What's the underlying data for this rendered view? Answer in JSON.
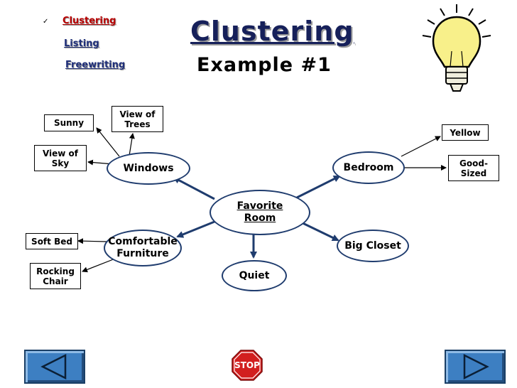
{
  "menu": {
    "items": [
      {
        "label": "Clustering",
        "color": "#b80000"
      },
      {
        "label": "Listing",
        "color": "#1f2f7a"
      },
      {
        "label": "Freewriting",
        "color": "#1f2f7a"
      }
    ]
  },
  "title": "Clustering",
  "subtitle": "Example #1",
  "diagram": {
    "center": "Favorite\nRoom",
    "windows": "Windows",
    "bedroom": "Bedroom",
    "furniture": "Comfortable\nFurniture",
    "closet": "Big Closet",
    "quiet": "Quiet",
    "sunny": "Sunny",
    "trees": "View of\nTrees",
    "sky": "View of\nSky",
    "yellow": "Yellow",
    "good_sized": "Good-\nSized",
    "soft_bed": "Soft Bed",
    "rocking_chair": "Rocking\nChair",
    "arrow_color": "#1f3c6e"
  },
  "stop_sign": "STOP",
  "icons": {
    "bulb": "lightbulb-icon",
    "back": "back-triangle-icon",
    "forward": "forward-triangle-icon",
    "stop": "stop-sign-icon"
  }
}
